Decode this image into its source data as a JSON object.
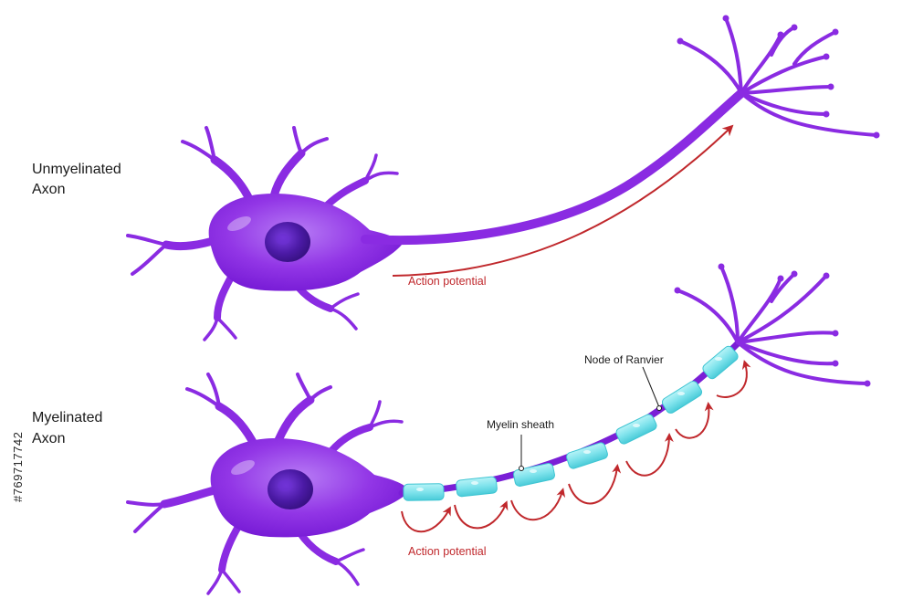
{
  "sections": {
    "unmyelinated": {
      "title_line1": "Unmyelinated",
      "title_line2": "Axon",
      "action_potential_label": "Action potential"
    },
    "myelinated": {
      "title_line1": "Myelinated",
      "title_line2": "Axon",
      "action_potential_label": "Action potential"
    }
  },
  "callouts": {
    "myelin_sheath": "Myelin sheath",
    "node_of_ranvier": "Node of Ranvier"
  },
  "watermark": {
    "stock_id": "#769717742"
  },
  "colors": {
    "neuron": "#8a2be2",
    "neuron_dark": "#6a12c8",
    "nucleus": "#4a1aa8",
    "myelin": "#7fe3ec",
    "myelin_edge": "#3ec4d2",
    "node": "#7a1fd6",
    "arrow": "#c0282c",
    "text": "#1a1a1a"
  }
}
